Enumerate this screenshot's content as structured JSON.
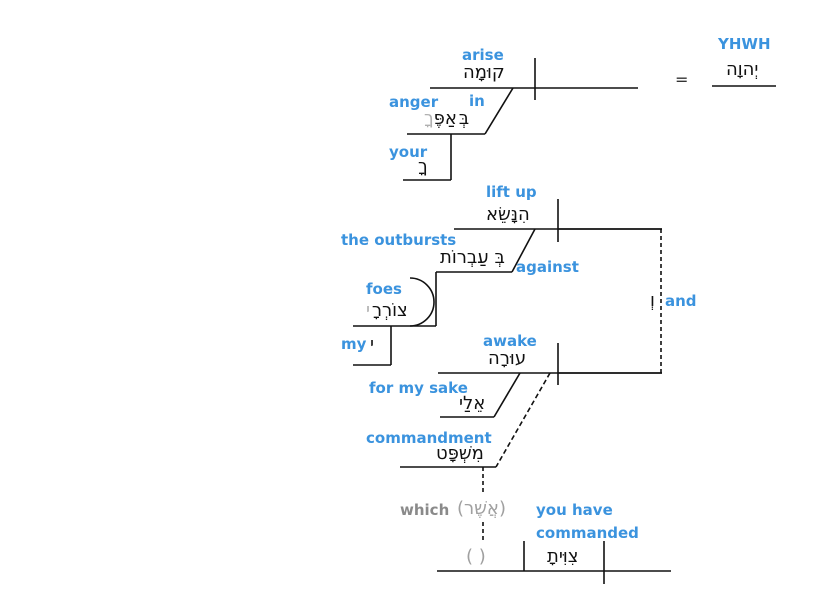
{
  "diagram": {
    "type": "sentence-diagram",
    "language": "Hebrew",
    "line_color": "#111111",
    "gloss_color": "#3b93de",
    "implied_color": "#8a8a8a",
    "clauses": [
      {
        "verb": {
          "hebrew": "קוּמָה",
          "gloss": "arise"
        },
        "subject": {
          "hebrew": "יְהוָה",
          "gloss": "YHWH",
          "relation": "="
        },
        "modifiers": [
          {
            "preposition": {
              "hebrew": "בְּ",
              "gloss": "in"
            },
            "object": {
              "hebrew": "אַפֶּ",
              "suffix": "ךָ",
              "gloss": "anger"
            },
            "possessive": {
              "hebrew": "ךָ",
              "gloss": "your"
            }
          }
        ]
      },
      {
        "verb": {
          "hebrew": "הִנָּשֵׂא",
          "gloss": "lift up"
        },
        "modifiers": [
          {
            "preposition": {
              "hebrew": "בְּ",
              "gloss": "against"
            },
            "object": {
              "hebrew": "עַבְרוֹת",
              "gloss": "the outbursts"
            }
          },
          {
            "object": {
              "hebrew": "צוֹרְרָ",
              "suffix": "י",
              "gloss": "foes"
            },
            "possessive": {
              "hebrew": "י",
              "gloss": "my"
            }
          }
        ]
      },
      {
        "conjunction": {
          "hebrew": "וְ",
          "gloss": "and"
        },
        "verb": {
          "hebrew": "עוּרָה",
          "gloss": "awake"
        },
        "modifiers": [
          {
            "object": {
              "hebrew": "אֵלַי",
              "gloss": "for my sake"
            }
          },
          {
            "object": {
              "hebrew": "מִשְׁפָּט",
              "gloss": "commandment"
            }
          }
        ]
      },
      {
        "relative": {
          "hebrew": "(אֲשֶׁר)",
          "gloss": "which"
        },
        "subject": {
          "hebrew": "(   )"
        },
        "verb": {
          "hebrew": "צִוִּיתָ",
          "gloss": "you have commanded"
        }
      }
    ]
  },
  "labels": {
    "arise": "arise",
    "arise_heb": "קוּמָה",
    "yhwh": "YHWH",
    "yhwh_heb": "יְהוָה",
    "equals": "=",
    "in": "in",
    "anger": "anger",
    "anger_heb_prep": "בְּ",
    "anger_heb": "אַפֶּ",
    "anger_heb_suffix": "ךָ",
    "your": "your",
    "your_heb": "ךָ",
    "lift_up": "lift up",
    "lift_up_heb": "הִנָּשֵׂא",
    "outbursts": "the outbursts",
    "outbursts_heb": "בְּ עַבְרוֹת",
    "against": "against",
    "foes": "foes",
    "foes_heb": "צוֹרְרָ",
    "foes_heb_suffix": "י",
    "my": "my",
    "my_heb": "י",
    "and": "and",
    "and_heb": "וְ",
    "awake": "awake",
    "awake_heb": "עוּרָה",
    "for_my_sake": "for my sake",
    "for_my_sake_heb": "אֵלַי",
    "commandment": "commandment",
    "commandment_heb": "מִשְׁפָּט",
    "which": "which",
    "which_heb": "(אֲשֶׁר)",
    "implied_subject": "(   )",
    "you_have": "you have",
    "commanded": "commanded",
    "commanded_heb": "צִוִּיתָ"
  }
}
